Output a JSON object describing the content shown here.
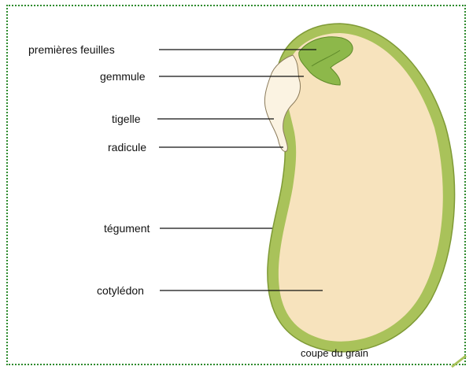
{
  "labels": {
    "premieres_feuilles": "premières feuilles",
    "gemmule": "gemmule",
    "tigelle": "tigelle",
    "radicule": "radicule",
    "tegument": "tégument",
    "cotyledon": "cotylédon"
  },
  "caption": "coupe du grain",
  "colors": {
    "frame": "#2e8b2e",
    "tegument": "#a9c25a",
    "cotyledon": "#f7e3bd",
    "leaves": "#8db84a",
    "embryo": "#fbf3e2",
    "leader": "#111111"
  }
}
